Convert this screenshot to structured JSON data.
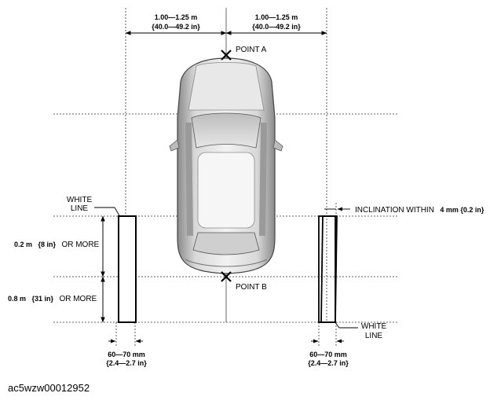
{
  "dimensions": {
    "width_left": {
      "metric": "1.00—1.25 m",
      "imperial": "{40.0—49.2 in}"
    },
    "width_right": {
      "metric": "1.00—1.25 m",
      "imperial": "{40.0—49.2 in}"
    },
    "vertical_upper": {
      "metric": "0.2 m",
      "imperial": "{8 in}",
      "suffix": "OR MORE"
    },
    "vertical_lower": {
      "metric": "0.8 m",
      "imperial": "{31 in}",
      "suffix": "OR MORE"
    },
    "board_width_left": {
      "metric": "60—70 mm",
      "imperial": "{2.4—2.7 in}"
    },
    "board_width_right": {
      "metric": "60—70 mm",
      "imperial": "{2.4—2.7 in}"
    },
    "inclination": {
      "prefix": "INCLINATION WITHIN",
      "value": "4 mm {0.2 in}"
    }
  },
  "points": {
    "a": "POINT A",
    "b": "POINT B"
  },
  "white_line_left": [
    "WHITE",
    "LINE"
  ],
  "white_line_right": [
    "WHITE",
    "LINE"
  ],
  "figure_id": "ac5wzw00012952"
}
